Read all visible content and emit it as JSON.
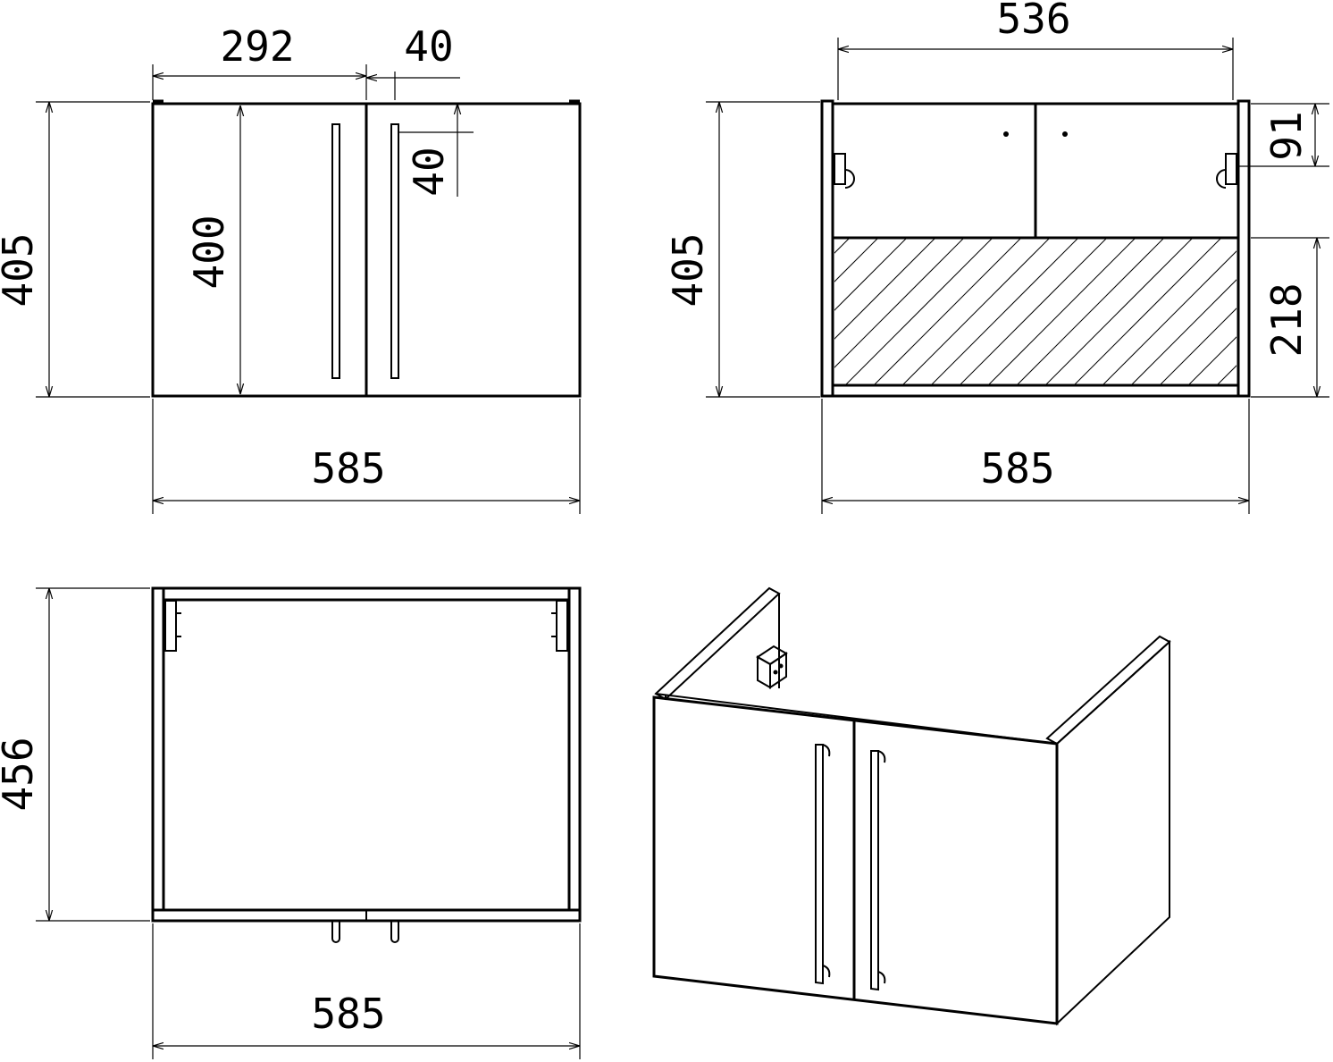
{
  "front_view": {
    "dim_half_width": "292",
    "dim_handle_offset_x": "40",
    "dim_handle_offset_y": "40",
    "dim_door_height": "400",
    "dim_total_height": "405",
    "dim_total_width": "585"
  },
  "back_view": {
    "dim_inner_width": "536",
    "dim_top_rail": "91",
    "dim_total_height": "405",
    "dim_hatched_height": "218",
    "dim_total_width": "585"
  },
  "top_view": {
    "dim_depth": "456",
    "dim_total_width": "585"
  },
  "iso_view": {}
}
